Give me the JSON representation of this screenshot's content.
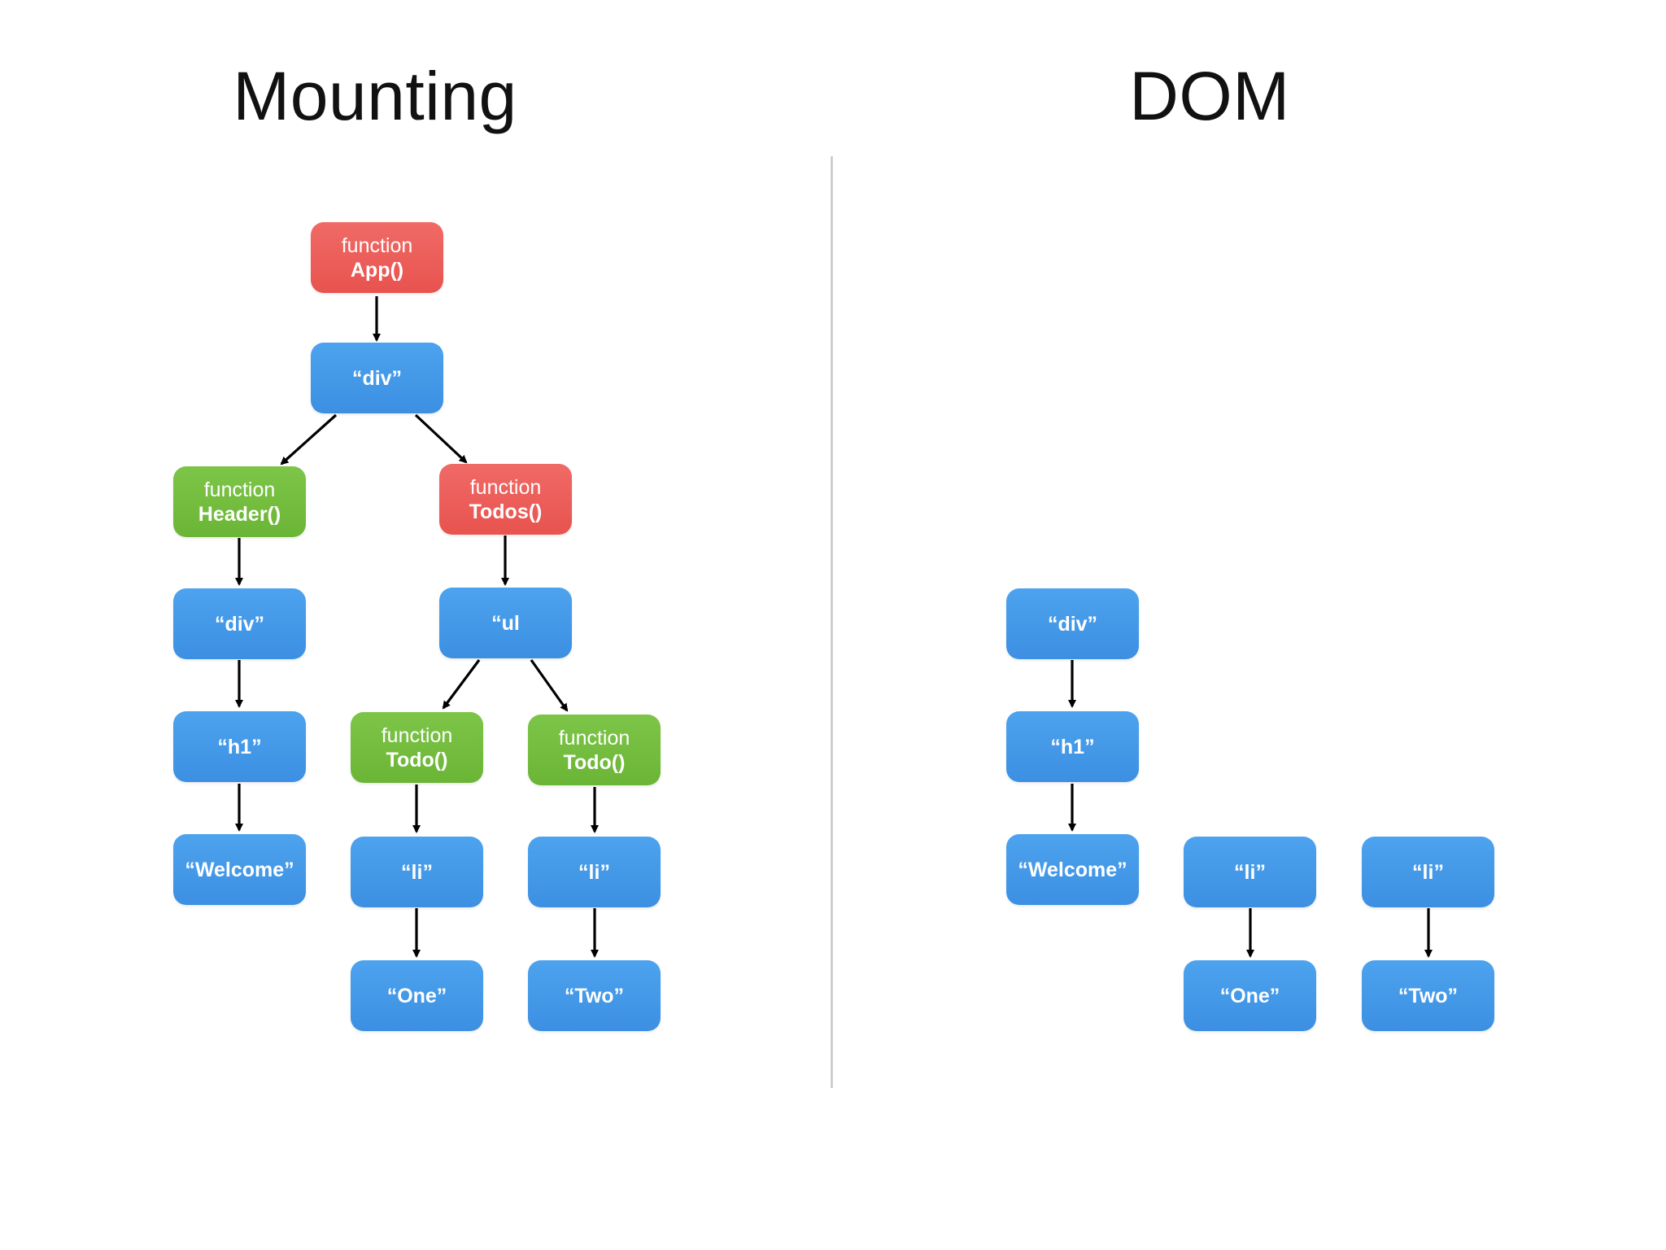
{
  "titles": {
    "left": "Mounting",
    "right": "DOM"
  },
  "colors": {
    "element_node": "#4299E8",
    "class_component": "#EC5E5A",
    "function_component": "#74BD3F",
    "arrow": "#000000",
    "divider": "#C8C8C8"
  },
  "mounting": {
    "app": {
      "keyword": "function",
      "name": "App()"
    },
    "div_root": {
      "label": "“div”"
    },
    "header": {
      "keyword": "function",
      "name": "Header()"
    },
    "todos": {
      "keyword": "function",
      "name": "Todos()"
    },
    "header_div": {
      "label": "“div”"
    },
    "h1": {
      "label": "“h1”"
    },
    "welcome": {
      "label": "“Welcome”"
    },
    "ul": {
      "label": "“ul"
    },
    "todo1": {
      "keyword": "function",
      "name": "Todo()"
    },
    "todo2": {
      "keyword": "function",
      "name": "Todo()"
    },
    "li1": {
      "label": "“li”"
    },
    "li2": {
      "label": "“li”"
    },
    "one": {
      "label": "“One”"
    },
    "two": {
      "label": "“Two”"
    }
  },
  "dom": {
    "div": {
      "label": "“div”"
    },
    "h1": {
      "label": "“h1”"
    },
    "welcome": {
      "label": "“Welcome”"
    },
    "li1": {
      "label": "“li”"
    },
    "li2": {
      "label": "“li”"
    },
    "one": {
      "label": "“One”"
    },
    "two": {
      "label": "“Two”"
    }
  }
}
